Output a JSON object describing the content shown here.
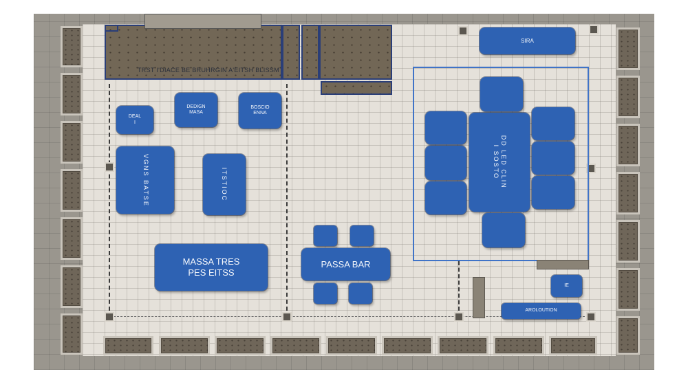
{
  "labels": {
    "building_caption": "TRST I'DIACE BE BRUHRGIN A'EITSH BLISSM",
    "sira": "SIRA",
    "decal_1": "DEAL",
    "decal_2": "I",
    "design_1": "DEDIGN",
    "design_2": "MASA",
    "bosch_1": "BOSCIO",
    "bosch_2": "ENNA",
    "vertical_left": "VGNS BATSE",
    "vertical_mid": "ITSTIOC",
    "massa_1": "MASSA TRES",
    "massa_2": "PES EITSS",
    "passa_bar": "PASSA BAR",
    "central_1": "DD LED CLIN",
    "central_2": "I SOSTO",
    "small_ie": "IE",
    "aroloution": "AROLOUTION"
  },
  "colors": {
    "table_blue": "#2e62b3",
    "outline_blue": "#3f73c7",
    "floor": "#e5e1da",
    "planter": "#6f6659",
    "soil": "#726756"
  }
}
